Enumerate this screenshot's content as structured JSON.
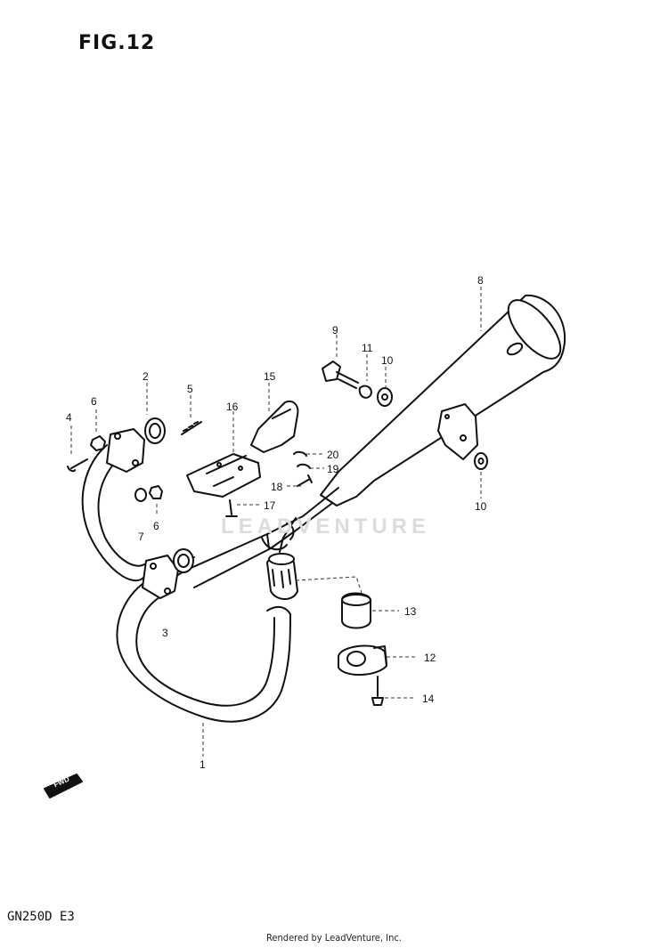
{
  "figure": {
    "title": "FIG.12",
    "model_code": "GN250D E3",
    "footer": "Rendered by LeadVenture, Inc.",
    "watermark": "LEADVENTURE"
  },
  "callouts": [
    {
      "id": "c1",
      "label": "1"
    },
    {
      "id": "c2",
      "label": "2"
    },
    {
      "id": "c3",
      "label": "3"
    },
    {
      "id": "c4",
      "label": "4"
    },
    {
      "id": "c5",
      "label": "5"
    },
    {
      "id": "c6a",
      "label": "6"
    },
    {
      "id": "c6b",
      "label": "6"
    },
    {
      "id": "c7",
      "label": "7"
    },
    {
      "id": "c8",
      "label": "8"
    },
    {
      "id": "c9",
      "label": "9"
    },
    {
      "id": "c10a",
      "label": "10"
    },
    {
      "id": "c10b",
      "label": "10"
    },
    {
      "id": "c11",
      "label": "11"
    },
    {
      "id": "c12",
      "label": "12"
    },
    {
      "id": "c13",
      "label": "13"
    },
    {
      "id": "c14",
      "label": "14"
    },
    {
      "id": "c15",
      "label": "15"
    },
    {
      "id": "c16",
      "label": "16"
    },
    {
      "id": "c17",
      "label": "17"
    },
    {
      "id": "c18",
      "label": "18"
    },
    {
      "id": "c19",
      "label": "19"
    },
    {
      "id": "c20",
      "label": "20"
    }
  ],
  "fwd_arrow_label": "FWD"
}
